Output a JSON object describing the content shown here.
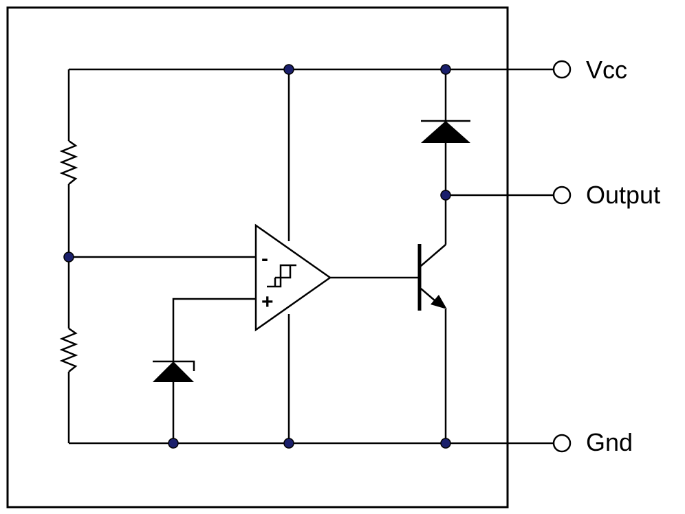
{
  "terminals": {
    "vcc": "Vcc",
    "output": "Output",
    "gnd": "Gnd"
  },
  "comparator": {
    "inverting_sign": "-",
    "noninverting_sign": "+"
  },
  "colors": {
    "node_fill": "#1a1f6b",
    "line": "#000000",
    "background": "#ffffff"
  }
}
